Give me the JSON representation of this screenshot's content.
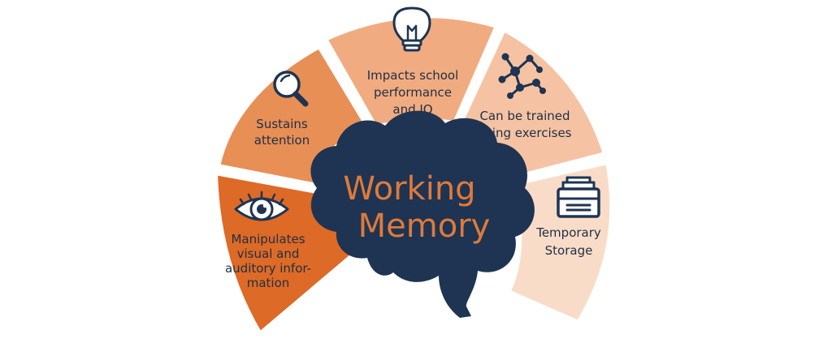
{
  "colors": {
    "brain": "#1e3452",
    "title": "#df7a3a",
    "ink": "#1f2f45",
    "icon_stroke": "#1e3452",
    "icon_fill": "#ffffff"
  },
  "center": {
    "title_line1": "Working",
    "title_line2": "Memory"
  },
  "segments": [
    {
      "id": "manipulates",
      "icon": "eye-icon",
      "color": "#dd6a26",
      "lines": [
        "Manipulates",
        "visual and",
        "auditory infor-",
        "mation"
      ]
    },
    {
      "id": "attention",
      "icon": "magnifier-icon",
      "color": "#e88f56",
      "lines": [
        "Sustains",
        "attention"
      ]
    },
    {
      "id": "school",
      "icon": "lightbulb-icon",
      "color": "#f1ab80",
      "lines": [
        "Impacts school",
        "performance",
        "and IQ"
      ]
    },
    {
      "id": "trained",
      "icon": "network-icon",
      "color": "#f5c3a3",
      "lines": [
        "Can be trained",
        "using exercises"
      ]
    },
    {
      "id": "storage",
      "icon": "file-box-icon",
      "color": "#f9dcc8",
      "lines": [
        "Temporary",
        "Storage"
      ]
    }
  ]
}
